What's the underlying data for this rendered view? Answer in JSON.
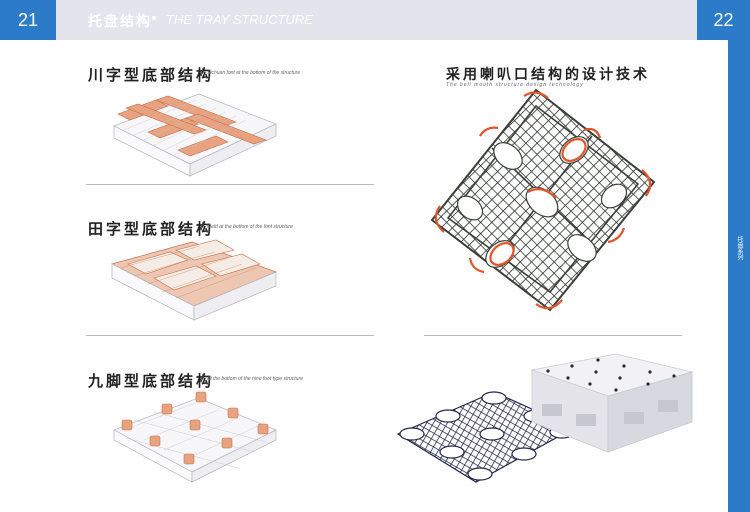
{
  "header": {
    "page_left": "21",
    "page_right": "22",
    "title_cn": "托盘结构",
    "title_en": "THE TRAY STRUCTURE"
  },
  "side_label": "托盘系列",
  "sections": [
    {
      "title": "川字型底部结构",
      "subtitle": "Sichuan font at the bottom of the structure"
    },
    {
      "title": "田字型底部结构",
      "subtitle": "Field at the bottom of the font structure"
    },
    {
      "title": "九脚型底部结构",
      "subtitle": "At the bottom of the nine foot type structure"
    }
  ],
  "right_feature": {
    "title": "采用喇叭口结构的设计技术",
    "subtitle": "The bell mouth structure design technology"
  },
  "colors": {
    "accent": "#2b7bc9",
    "header_bg": "#e3e4ec",
    "highlight": "#e8703a"
  }
}
